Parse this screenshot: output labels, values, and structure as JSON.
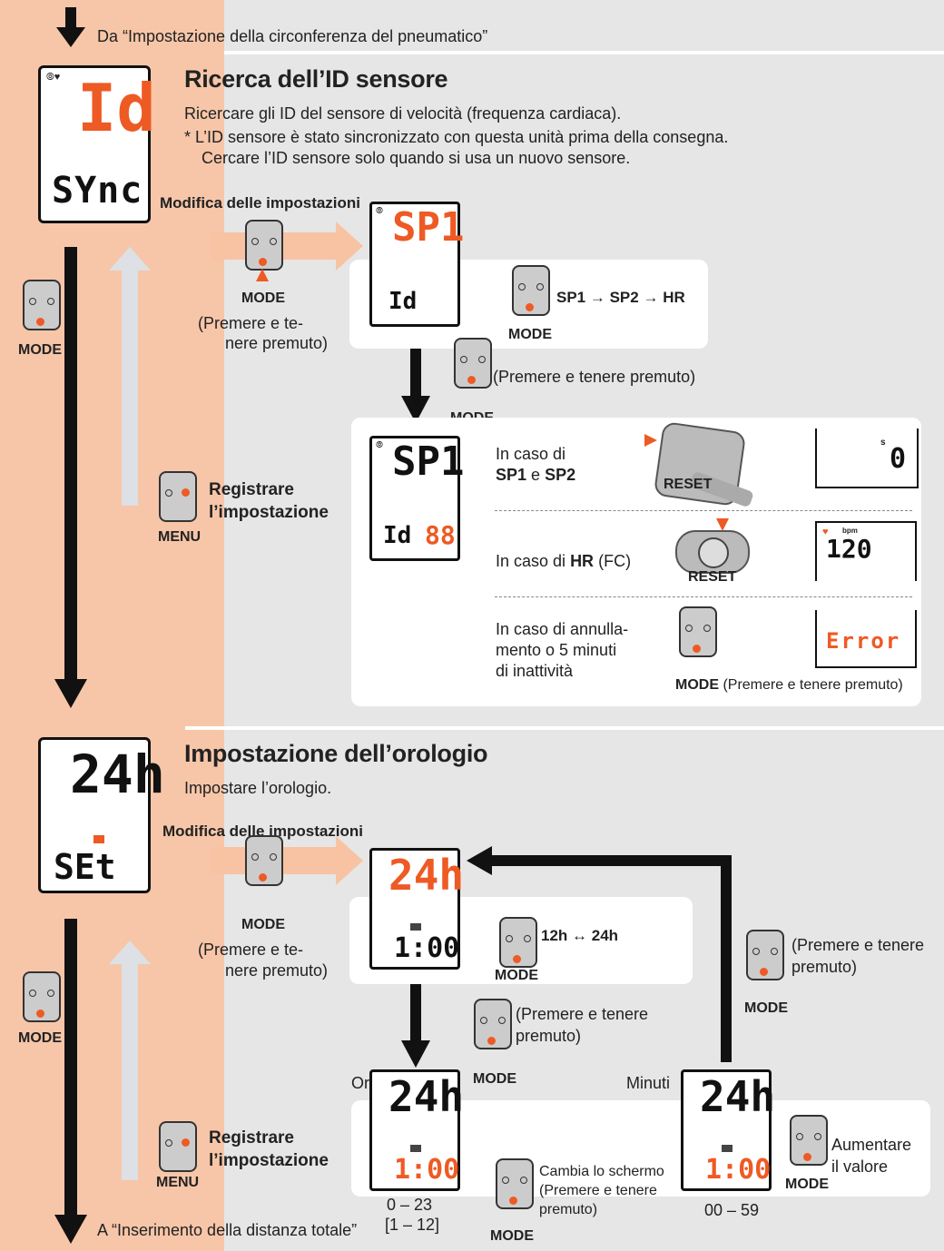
{
  "header_note": "Da “Impostazione della circonferenza del pneumatico”",
  "footer_note": "A “Inserimento della distanza totale”",
  "s1": {
    "title": "Ricerca dell’ID sensore",
    "desc": "Ricercare gli ID del sensore di velocità (frequenza cardiaca).",
    "note1": "* L’ID sensore è stato sincronizzato con questa unità prima della consegna.",
    "note2": "Cercare l’ID sensore solo quando si usa un nuovo sensore.",
    "lcd_top": "Id",
    "lcd_bottom": "SYnc",
    "modify": "Modifica delle impostazioni",
    "mode": "MODE",
    "menu": "MENU",
    "press_hold": "(Premere e te-",
    "press_hold2": "nere premuto)",
    "press_hold_full": "(Premere e tenere premuto)",
    "register1": "Registrare",
    "register2": "l’impostazione",
    "sp_lcd_top": "SP1",
    "sp_lcd_bottom": "Id",
    "cycle": [
      "SP1",
      "SP2",
      "HR"
    ],
    "search_lcd_bottom_val": "88",
    "case1_a": "In caso di",
    "case1_b": "SP1",
    "case1_c": "e",
    "case1_d": "SP2",
    "reset": "RESET",
    "result1_unit": "s",
    "result1_val": "0",
    "case2_a": "In caso di",
    "case2_b": "HR",
    "case2_c": "(FC)",
    "result2_unit": "bpm",
    "result2_val": "120",
    "case3_1": "In caso di annulla-",
    "case3_2": "mento o 5 minuti",
    "case3_3": "di inattività",
    "result3_val": "Error"
  },
  "s2": {
    "title": "Impostazione dell’orologio",
    "desc": "Impostare l’orologio.",
    "lcd_top": "24h",
    "lcd_bottom": "SEt",
    "modify": "Modifica delle impostazioni",
    "mode": "MODE",
    "menu": "MENU",
    "press_hold": "(Premere e te-",
    "press_hold2": "nere premuto)",
    "toggle": "12h ↔ 24h",
    "time": "1:00",
    "press_hold_a": "(Premere e tenere",
    "press_hold_b": "premuto)",
    "hour_label": "Ora",
    "minute_label": "Minuti",
    "hour_range1": "0 – 23",
    "hour_range2": "[1 – 12]",
    "minute_range": "00 – 59",
    "change1": "Cambia lo schermo",
    "change2": "(Premere e tenere",
    "change3": "premuto)",
    "increase1": "Aumentare",
    "increase2": "il valore",
    "register1": "Registrare",
    "register2": "l’impostazione"
  },
  "colors": {
    "accent": "#ee5a24",
    "peach": "#f7c6a8",
    "bg": "#e6e6e6"
  }
}
